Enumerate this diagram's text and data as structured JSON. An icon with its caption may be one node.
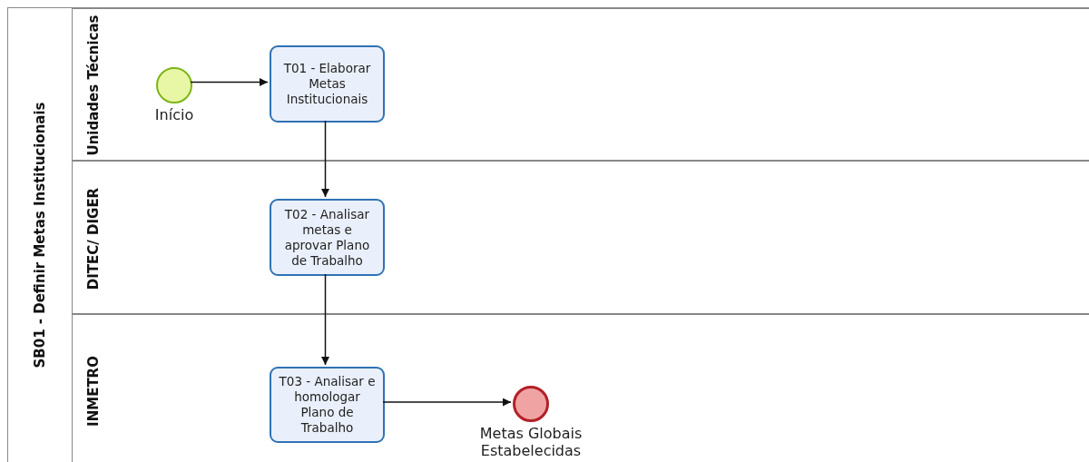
{
  "diagram": {
    "nodes": [
      {
        "text": [
          "SB01 - Definir Metas Institucionais"
        ]
      },
      {
        "text": [
          "Unidades Técnicas"
        ],
        "in": 0
      },
      {
        "text": [
          "DITEC/ DIGER"
        ],
        "in": 0
      },
      {
        "text": [
          "INMETRO"
        ],
        "in": 0
      },
      {
        "text": [],
        "shape": "circle",
        "beside": [
          "Início"
        ],
        "in": 1
      },
      {
        "text": [
          "T01 - Elaborar Metas Institucionais"
        ],
        "in": 1
      },
      {
        "text": [
          "T02 - Analisar metas e aprovar Plano de Trabalho"
        ],
        "in": 2
      },
      {
        "text": [
          "T03 - Analisar e homologar Plano de Trabalho"
        ],
        "in": 3
      },
      {
        "text": [],
        "shape": "circle",
        "beside": [
          "Metas Globais Estabelecidas"
        ],
        "in": 3
      }
    ],
    "edges": [
      {
        "from": 4,
        "to": 5,
        "arrow": "to"
      },
      {
        "from": 5,
        "to": 6,
        "arrow": "to"
      },
      {
        "from": 6,
        "to": 7,
        "arrow": "to"
      },
      {
        "from": 7,
        "to": 8,
        "arrow": "to"
      }
    ]
  }
}
